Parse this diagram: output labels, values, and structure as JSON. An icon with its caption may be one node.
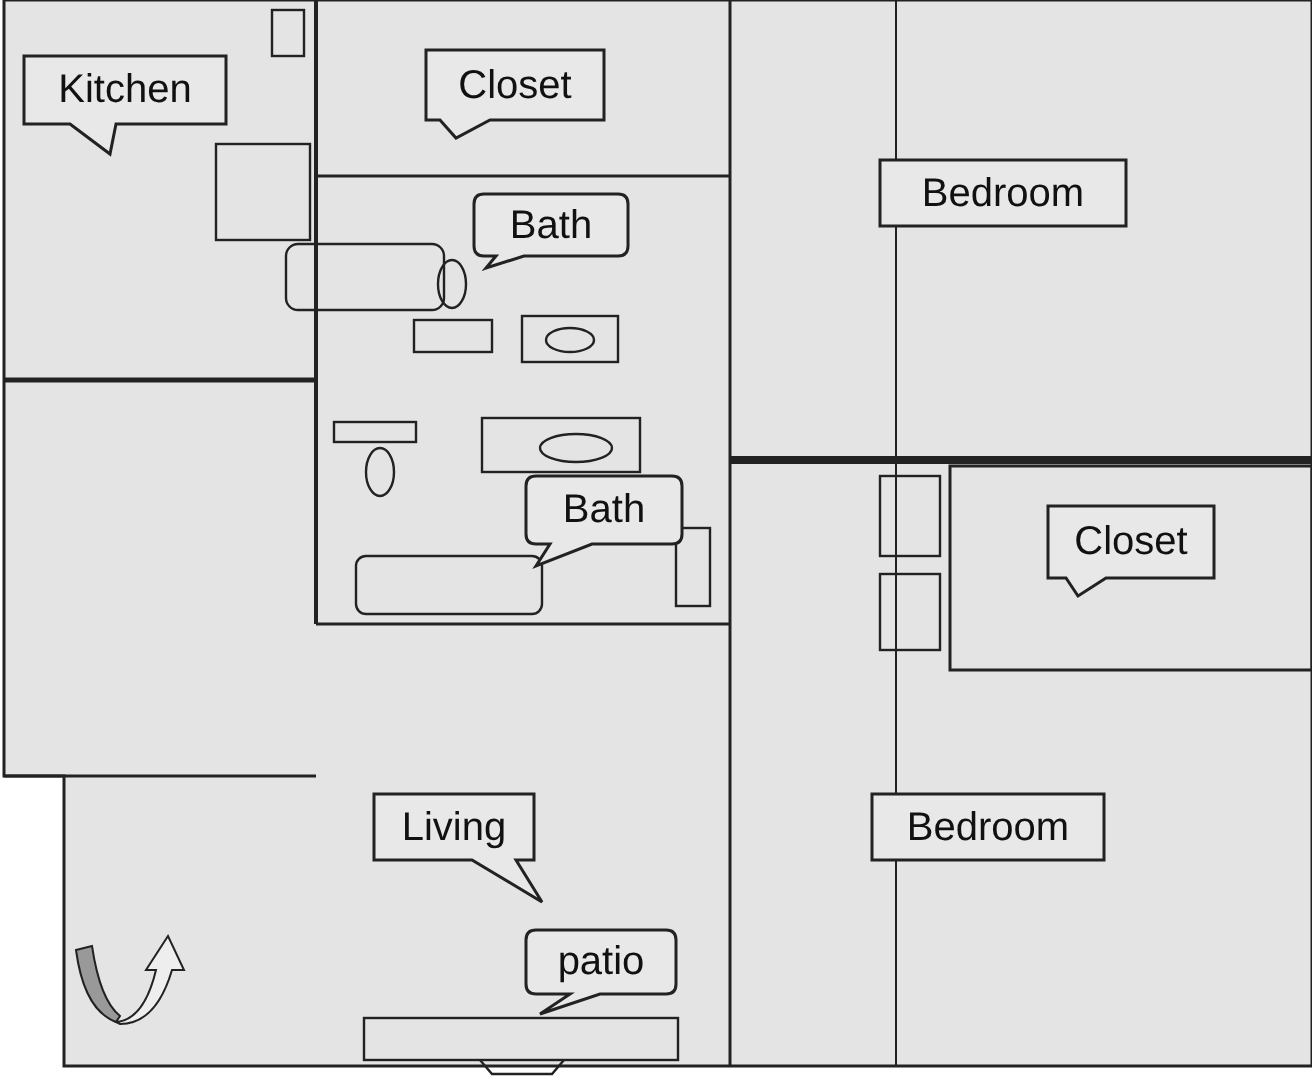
{
  "diagram": {
    "nodes": [
      {
        "text": [
          "Kitchen"
        ]
      },
      {
        "text": [
          "Closet"
        ]
      },
      {
        "text": [
          "Bath"
        ]
      },
      {
        "text": [
          "Bedroom"
        ]
      },
      {
        "text": [
          "Bath"
        ]
      },
      {
        "text": [
          "Closet"
        ]
      },
      {
        "text": [
          "Living"
        ]
      },
      {
        "text": [
          "Bedroom"
        ]
      },
      {
        "text": [
          "patio"
        ]
      }
    ]
  }
}
